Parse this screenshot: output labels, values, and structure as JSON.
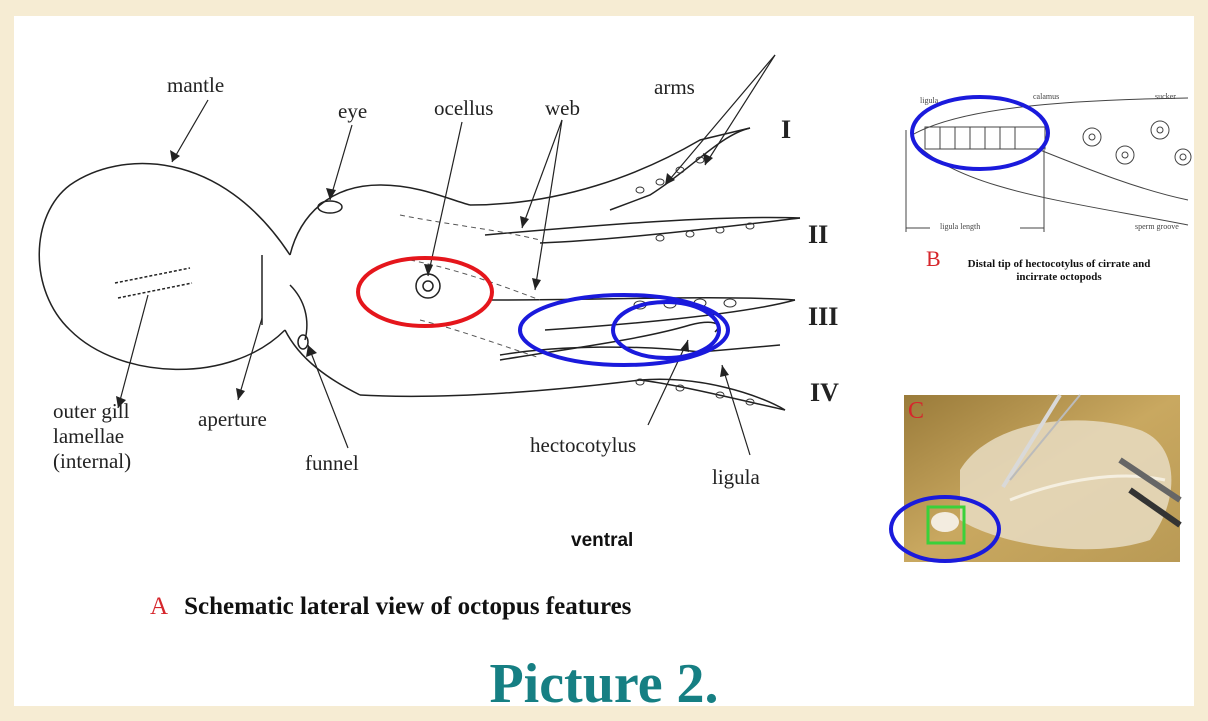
{
  "panel_a": {
    "labels": {
      "mantle": "mantle",
      "eye": "eye",
      "ocellus": "ocellus",
      "web": "web",
      "arms": "arms",
      "outer_gill": [
        "outer gill",
        "lamellae",
        "(internal)"
      ],
      "aperture": "aperture",
      "funnel": "funnel",
      "hectocotylus": "hectocotylus",
      "ligula": "ligula",
      "ventral": "ventral"
    },
    "arm_numerals": [
      "I",
      "II",
      "III",
      "IV"
    ],
    "caption_letter": "A",
    "caption_text": "Schematic lateral view of octopus features"
  },
  "panel_b": {
    "labels": {
      "ligula": "ligula",
      "calamus": "calamus",
      "sucker": "sucker",
      "ligula_length": "ligula length",
      "sperm_groove": "sperm groove"
    },
    "caption_letter": "B",
    "caption_text": [
      "Distal tip of hectocotylus of cirrate and",
      "incirrate octopods"
    ]
  },
  "panel_c": {
    "letter": "C"
  },
  "title": "Picture 2.",
  "colors": {
    "background": "#f6ecd3",
    "title": "#167f83",
    "highlight_red": "#e5161c",
    "highlight_blue": "#1a1adc",
    "highlight_green": "#3ad13a",
    "caption_letter": "#d6262c"
  }
}
